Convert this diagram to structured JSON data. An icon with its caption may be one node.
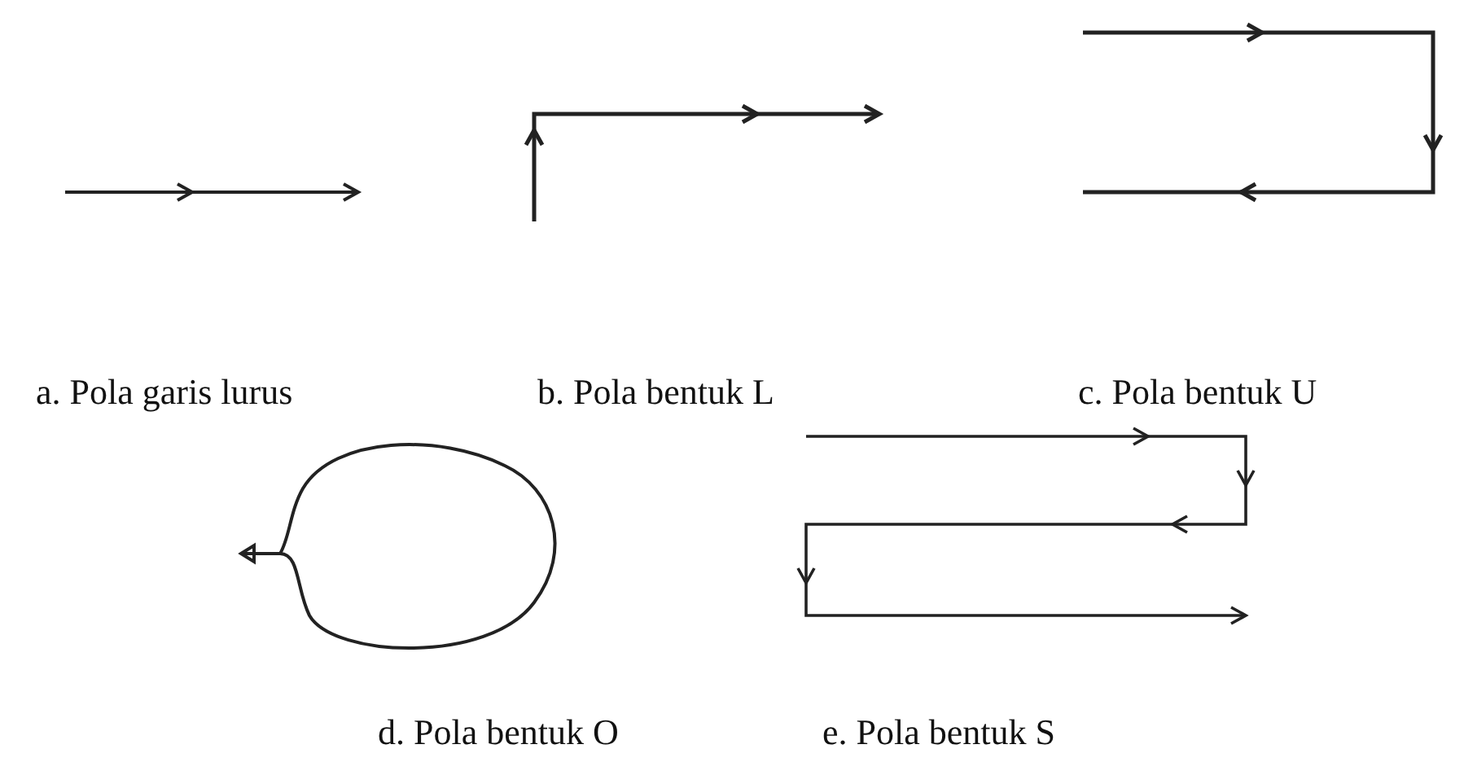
{
  "diagram": {
    "labels": [
      "a. Pola garis lurus",
      "b. Pola bentuk L",
      "c. Pola bentuk U",
      "d. Pola bentuk O",
      "e. Pola bentuk S"
    ]
  }
}
